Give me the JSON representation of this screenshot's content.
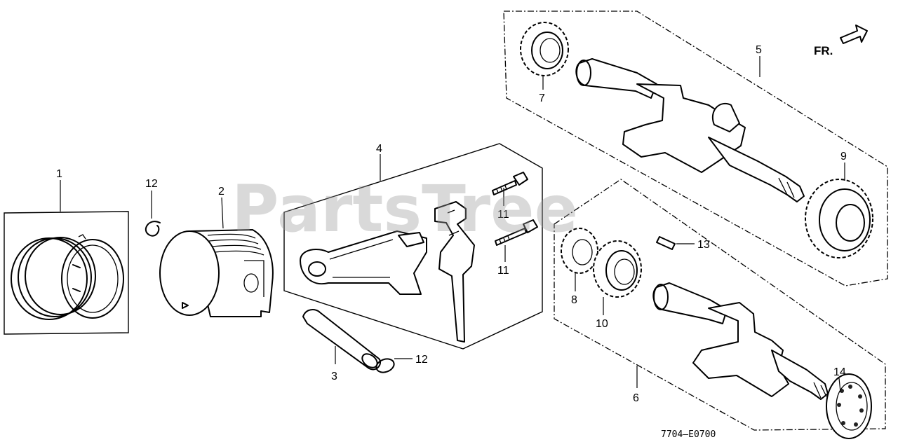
{
  "diagram": {
    "front_indicator": "FR.",
    "diagram_code": "7704—E0700",
    "watermark": "PartsTree",
    "callouts": {
      "c1": "1",
      "c2": "2",
      "c3": "3",
      "c4": "4",
      "c5": "5",
      "c6": "6",
      "c7": "7",
      "c8": "8",
      "c9": "9",
      "c10": "10",
      "c11a": "11",
      "c11b": "11",
      "c12a": "12",
      "c12b": "12",
      "c13": "13",
      "c14": "14"
    }
  }
}
